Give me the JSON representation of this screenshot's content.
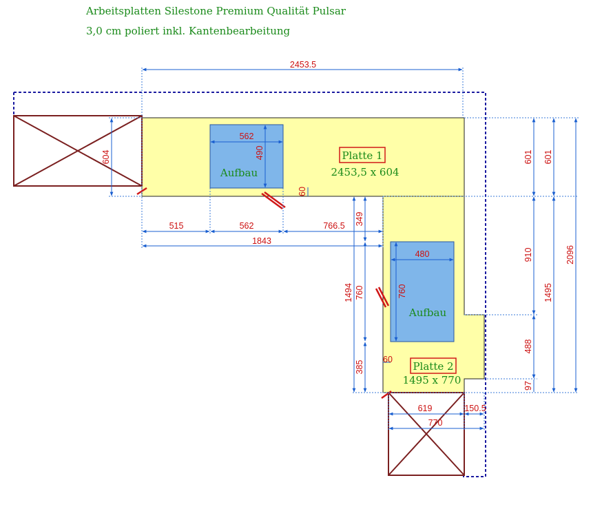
{
  "header": {
    "line1": "Arbeitsplatten Silestone Premium Qualität Pulsar",
    "line2": "3,0 cm poliert inkl. Kantenbearbeitung"
  },
  "plates": {
    "p1": {
      "label": "Platte 1",
      "size": "2453,5 x 604"
    },
    "p2": {
      "label": "Platte 2",
      "size": "1495 x 770"
    }
  },
  "cutouts": {
    "c1": "Aufbau",
    "c2": "Aufbau"
  },
  "dims": {
    "top_width": "2453.5",
    "left_depth": "604",
    "hob1_w": "562",
    "hob1_d": "490",
    "gap_60a": "60",
    "s515": "515",
    "s562": "562",
    "s766": "766.5",
    "s1843": "1843",
    "s349": "349",
    "s1494": "1494",
    "s760a": "760",
    "s385": "385",
    "hob2_w": "480",
    "hob2_d": "760",
    "gap_60b": "60",
    "s619": "619",
    "s150": "150.5",
    "s770": "770",
    "r601a": "601",
    "r601b": "601",
    "r910": "910",
    "r1495": "1495",
    "r2096": "2096",
    "r488": "488",
    "r97": "97"
  },
  "colors": {
    "worktop": "#ffffa8",
    "cutout": "#7fb6ea",
    "dimension_text": "#cc1111",
    "dimension_line": "#1a5fd0",
    "cabinet": "#7a1f1f",
    "label_green": "#1a8a1a"
  }
}
